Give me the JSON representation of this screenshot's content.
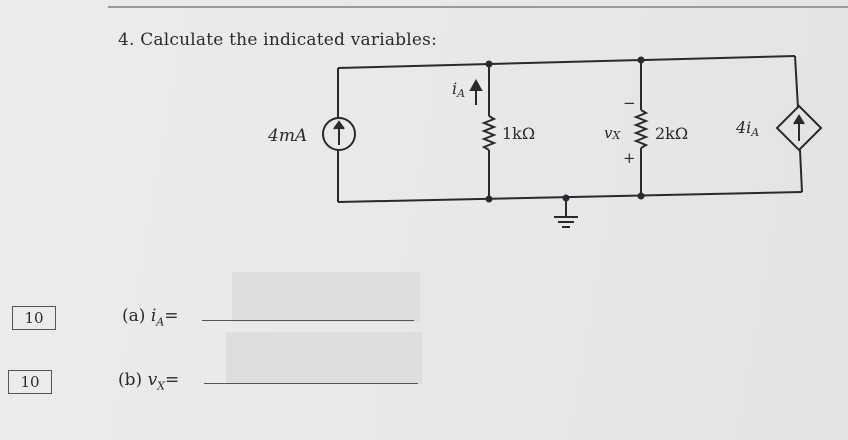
{
  "question": {
    "text": "4. Calculate the indicated variables:"
  },
  "circuit": {
    "current_source_label": "4mA",
    "current_label": "i",
    "current_label_sub": "A",
    "r1_label": "1kΩ",
    "r2_label": "2kΩ",
    "vx_label": "v",
    "vx_sub": "X",
    "minus_sign": "−",
    "plus_sign": "+",
    "dep_source_coef": "4i",
    "dep_source_sub": "A"
  },
  "parts": [
    {
      "points": "10",
      "label": "(a)",
      "var": "i",
      "sub": "A",
      "eq": "="
    },
    {
      "points": "10",
      "label": "(b)",
      "var": "v",
      "sub": "X",
      "eq": "="
    }
  ],
  "colors": {
    "ink": "#2a2a2e",
    "paper": "#e6e7e6"
  }
}
